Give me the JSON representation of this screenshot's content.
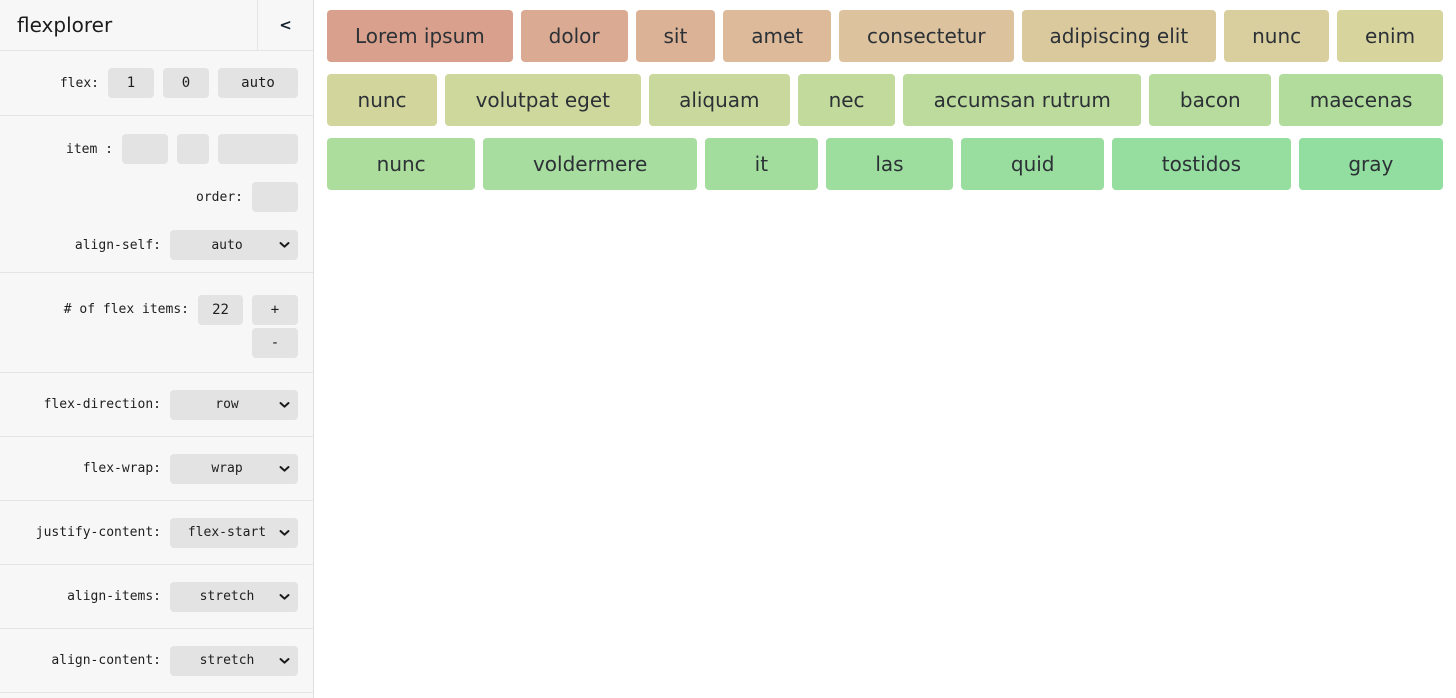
{
  "sidebar": {
    "title": "flexplorer",
    "collapse_icon": "<",
    "flex_row": {
      "label": "flex:",
      "grow": "1",
      "shrink": "0",
      "basis": "auto"
    },
    "item_row": {
      "label": "item :",
      "grow": "",
      "shrink": "",
      "basis": ""
    },
    "order_row": {
      "label": "order:",
      "value": ""
    },
    "align_self_row": {
      "label": "align-self:",
      "value": "auto"
    },
    "count_row": {
      "label": "# of flex items:",
      "value": "22",
      "increment_label": "+",
      "decrement_label": "-"
    },
    "flex_direction_row": {
      "label": "flex-direction:",
      "value": "row"
    },
    "flex_wrap_row": {
      "label": "flex-wrap:",
      "value": "wrap"
    },
    "justify_content_row": {
      "label": "justify-content:",
      "value": "flex-start"
    },
    "align_items_row": {
      "label": "align-items:",
      "value": "stretch"
    },
    "align_content_row": {
      "label": "align-content:",
      "value": "stretch"
    }
  },
  "main": {
    "rows": [
      [
        {
          "label": "Lorem ipsum",
          "color": "#d9a18d"
        },
        {
          "label": "dolor",
          "color": "#dbaa93"
        },
        {
          "label": "sit",
          "color": "#dcb297"
        },
        {
          "label": "amet",
          "color": "#dcba9a"
        },
        {
          "label": "consectetur",
          "color": "#dcc29d"
        },
        {
          "label": "adipiscing elit",
          "color": "#dbc99e"
        },
        {
          "label": "nunc",
          "color": "#d9cf9e"
        },
        {
          "label": "enim",
          "color": "#d7d49d"
        }
      ],
      [
        {
          "label": "nunc",
          "color": "#d3d69c"
        },
        {
          "label": "volutpat eget",
          "color": "#ced89c"
        },
        {
          "label": "aliquam",
          "color": "#c9d99d"
        },
        {
          "label": "nec",
          "color": "#c3da9d"
        },
        {
          "label": "accumsan rutrum",
          "color": "#bddb9d"
        },
        {
          "label": "bacon",
          "color": "#b7dc9d"
        },
        {
          "label": "maecenas",
          "color": "#b1dc9c"
        }
      ],
      [
        {
          "label": "nunc",
          "color": "#acdd9d"
        },
        {
          "label": "voldermere",
          "color": "#a7dd9e"
        },
        {
          "label": "it",
          "color": "#a2dd9e"
        },
        {
          "label": "las",
          "color": "#9ddd9e"
        },
        {
          "label": "quid",
          "color": "#99de9f"
        },
        {
          "label": "tostidos",
          "color": "#95de9f"
        },
        {
          "label": "gray",
          "color": "#92dea0"
        }
      ]
    ]
  },
  "colors": {
    "sidebar_bg": "#f7f7f7",
    "main_bg": "#ffffff",
    "control_bg": "#e3e3e3",
    "divider": "#e4e4e4",
    "item_text": "#2c3136"
  }
}
